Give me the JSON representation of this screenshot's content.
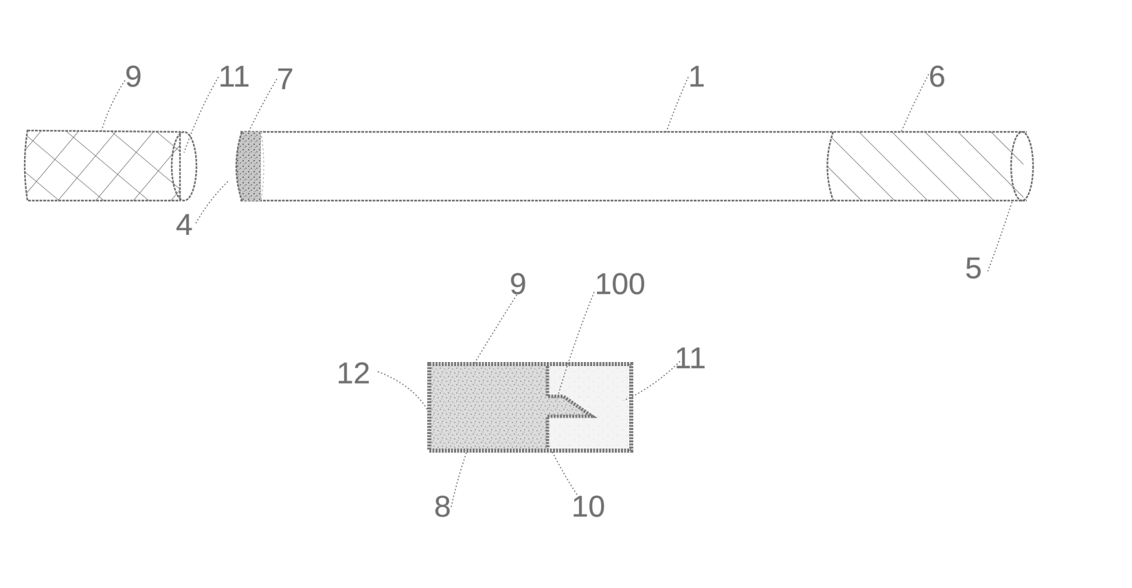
{
  "figure": {
    "labels": {
      "cap_9": "9",
      "cap_11": "11",
      "plug_7": "7",
      "rod_1": "1",
      "band_6": "6",
      "end_4": "4",
      "end_5": "5",
      "section_9": "9",
      "section_100": "100",
      "section_12": "12",
      "section_11": "11",
      "section_8": "8",
      "section_10": "10"
    }
  }
}
